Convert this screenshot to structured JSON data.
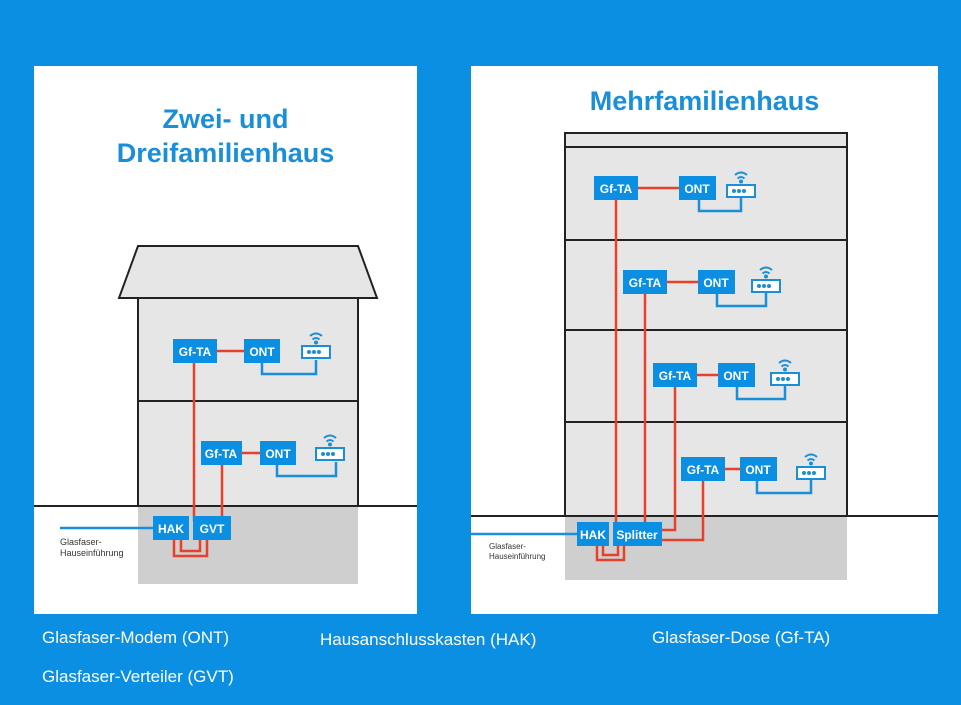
{
  "left_panel": {
    "title_line1": "Zwei- und",
    "title_line2": "Dreifamilienhaus",
    "labels": {
      "gfta_upper": "Gf-TA",
      "ont_upper": "ONT",
      "gfta_lower": "Gf-TA",
      "ont_lower": "ONT",
      "hak": "HAK",
      "gvt": "GVT",
      "entry_line1": "Glasfaser-",
      "entry_line2": "Hauseinführung"
    }
  },
  "right_panel": {
    "title": "Mehrfamilienhaus",
    "labels": {
      "gfta_1": "Gf-TA",
      "ont_1": "ONT",
      "gfta_2": "Gf-TA",
      "ont_2": "ONT",
      "gfta_3": "Gf-TA",
      "ont_3": "ONT",
      "gfta_4": "Gf-TA",
      "ont_4": "ONT",
      "hak": "HAK",
      "splitter": "Splitter",
      "entry_line1": "Glasfaser-",
      "entry_line2": "Hauseinführung"
    }
  },
  "legend": {
    "ont": "Glasfaser-Modem (ONT)",
    "hak": "Hausanschlusskasten (HAK)",
    "gfta": "Glasfaser-Dose (Gf-TA)",
    "gvt": "Glasfaser-Verteiler (GVT)"
  },
  "colors": {
    "background": "#0a8fe3",
    "title": "#1a8fd8",
    "box": "#0a8fe3",
    "fiber": "#e8402a",
    "house_fill": "#e6e6e6",
    "basement_fill": "#cfcfcf"
  }
}
